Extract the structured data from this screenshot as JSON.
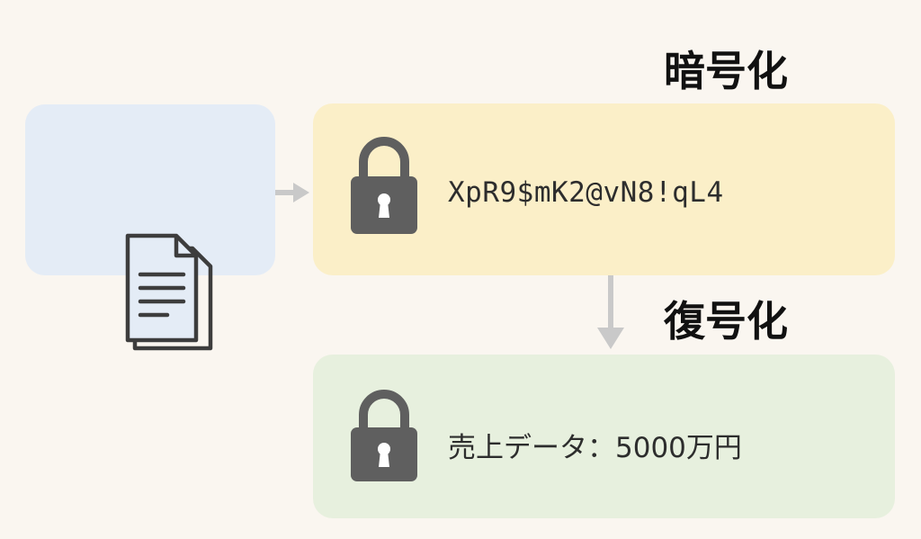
{
  "colors": {
    "background": "#faf6f0",
    "source_box": "#e4ecf6",
    "encrypted_box": "#fbefc8",
    "decrypted_box": "#e7f0de",
    "lock": "#5f5f5f",
    "arrow": "#c9c9c9"
  },
  "source": {
    "icon": "document-icon"
  },
  "encryption": {
    "heading": "暗号化",
    "icon": "lock-icon",
    "ciphertext": "XpR9$mK2@vN8!qL4"
  },
  "decryption": {
    "heading": "復号化",
    "icon": "lock-icon",
    "plaintext": "売上データ：5000万円"
  }
}
